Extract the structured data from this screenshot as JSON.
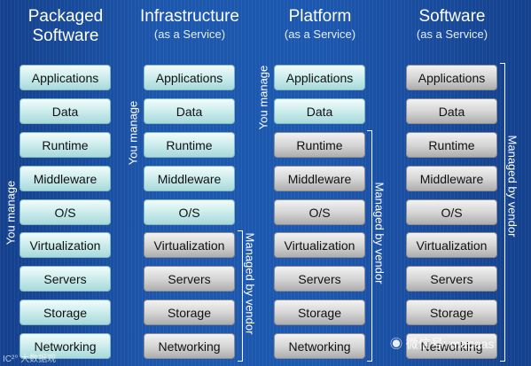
{
  "columns": [
    {
      "title": "Packaged\nSoftware",
      "subtitle": "",
      "you_manage_label": "You manage",
      "vendor_label": "",
      "layers": [
        {
          "label": "Applications",
          "managed_by": "you"
        },
        {
          "label": "Data",
          "managed_by": "you"
        },
        {
          "label": "Runtime",
          "managed_by": "you"
        },
        {
          "label": "Middleware",
          "managed_by": "you"
        },
        {
          "label": "O/S",
          "managed_by": "you"
        },
        {
          "label": "Virtualization",
          "managed_by": "you"
        },
        {
          "label": "Servers",
          "managed_by": "you"
        },
        {
          "label": "Storage",
          "managed_by": "you"
        },
        {
          "label": "Networking",
          "managed_by": "you"
        }
      ]
    },
    {
      "title": "Infrastructure",
      "subtitle": "(as a Service)",
      "you_manage_label": "You manage",
      "vendor_label": "Managed by vendor",
      "layers": [
        {
          "label": "Applications",
          "managed_by": "you"
        },
        {
          "label": "Data",
          "managed_by": "you"
        },
        {
          "label": "Runtime",
          "managed_by": "you"
        },
        {
          "label": "Middleware",
          "managed_by": "you"
        },
        {
          "label": "O/S",
          "managed_by": "you"
        },
        {
          "label": "Virtualization",
          "managed_by": "vendor"
        },
        {
          "label": "Servers",
          "managed_by": "vendor"
        },
        {
          "label": "Storage",
          "managed_by": "vendor"
        },
        {
          "label": "Networking",
          "managed_by": "vendor"
        }
      ]
    },
    {
      "title": "Platform",
      "subtitle": "(as a Service)",
      "you_manage_label": "You manage",
      "vendor_label": "Managed by vendor",
      "layers": [
        {
          "label": "Applications",
          "managed_by": "you"
        },
        {
          "label": "Data",
          "managed_by": "you"
        },
        {
          "label": "Runtime",
          "managed_by": "vendor"
        },
        {
          "label": "Middleware",
          "managed_by": "vendor"
        },
        {
          "label": "O/S",
          "managed_by": "vendor"
        },
        {
          "label": "Virtualization",
          "managed_by": "vendor"
        },
        {
          "label": "Servers",
          "managed_by": "vendor"
        },
        {
          "label": "Storage",
          "managed_by": "vendor"
        },
        {
          "label": "Networking",
          "managed_by": "vendor"
        }
      ]
    },
    {
      "title": "Software",
      "subtitle": "(as a Service)",
      "you_manage_label": "",
      "vendor_label": "Managed by vendor",
      "layers": [
        {
          "label": "Applications",
          "managed_by": "vendor"
        },
        {
          "label": "Data",
          "managed_by": "vendor"
        },
        {
          "label": "Runtime",
          "managed_by": "vendor"
        },
        {
          "label": "Middleware",
          "managed_by": "vendor"
        },
        {
          "label": "O/S",
          "managed_by": "vendor"
        },
        {
          "label": "Virtualization",
          "managed_by": "vendor"
        },
        {
          "label": "Servers",
          "managed_by": "vendor"
        },
        {
          "label": "Storage",
          "managed_by": "vendor"
        },
        {
          "label": "Networking",
          "managed_by": "vendor"
        }
      ]
    }
  ],
  "colors": {
    "background": "#1d57ad",
    "user_layer": "#cfeeee",
    "vendor_layer": "#d6d6d6"
  },
  "watermark": {
    "right_text": "微信号: mapaas",
    "left_text": "IC²° 大数据观"
  }
}
